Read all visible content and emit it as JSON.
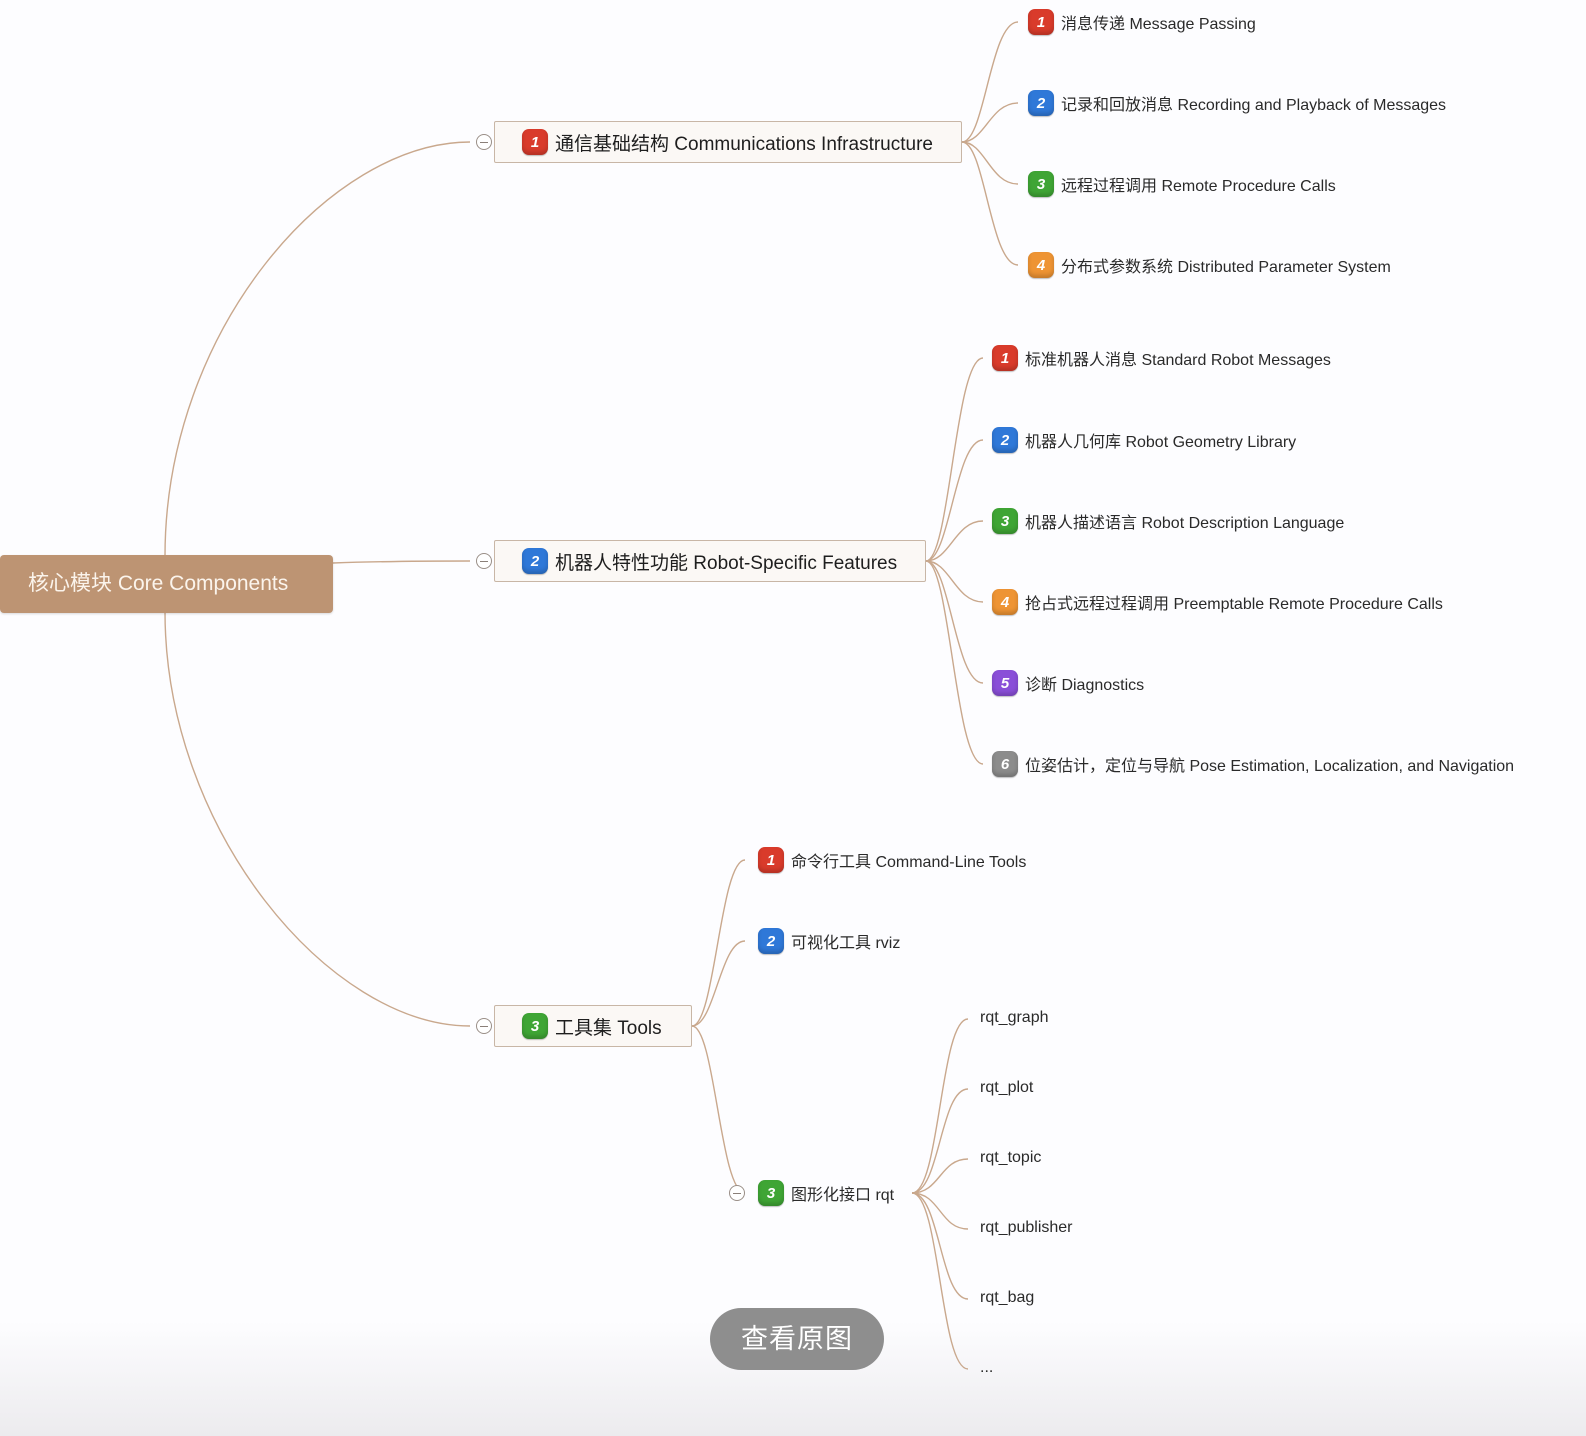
{
  "colors": {
    "root_bg": "#bd9473",
    "connector": "#c9a88d",
    "badge_1": "#d93b2b",
    "badge_2": "#2f78d8",
    "badge_3": "#3fa535",
    "badge_4": "#ee9434",
    "badge_5": "#8a4fd8",
    "badge_6": "#8c8c8c"
  },
  "root": {
    "label": "核心模块 Core Components"
  },
  "branches": [
    {
      "number": "1",
      "label": "通信基础结构 Communications Infrastructure",
      "children": [
        {
          "number": "1",
          "label": "消息传递 Message Passing"
        },
        {
          "number": "2",
          "label": "记录和回放消息 Recording and Playback of Messages"
        },
        {
          "number": "3",
          "label": "远程过程调用 Remote Procedure Calls"
        },
        {
          "number": "4",
          "label": "分布式参数系统 Distributed Parameter System"
        }
      ]
    },
    {
      "number": "2",
      "label": "机器人特性功能 Robot-Specific Features",
      "children": [
        {
          "number": "1",
          "label": "标准机器人消息 Standard Robot Messages"
        },
        {
          "number": "2",
          "label": "机器人几何库 Robot Geometry Library"
        },
        {
          "number": "3",
          "label": "机器人描述语言 Robot Description Language"
        },
        {
          "number": "4",
          "label": "抢占式远程过程调用 Preemptable Remote Procedure Calls"
        },
        {
          "number": "5",
          "label": "诊断 Diagnostics"
        },
        {
          "number": "6",
          "label": "位姿估计，定位与导航 Pose Estimation, Localization, and Navigation"
        }
      ]
    },
    {
      "number": "3",
      "label": "工具集 Tools",
      "children": [
        {
          "number": "1",
          "label": "命令行工具 Command-Line Tools"
        },
        {
          "number": "2",
          "label": "可视化工具 rviz"
        },
        {
          "number": "3",
          "label": "图形化接口 rqt",
          "children": [
            "rqt_graph",
            "rqt_plot",
            "rqt_topic",
            "rqt_publisher",
            "rqt_bag",
            "..."
          ]
        }
      ]
    }
  ],
  "overlay_button": {
    "label": "查看原图"
  }
}
